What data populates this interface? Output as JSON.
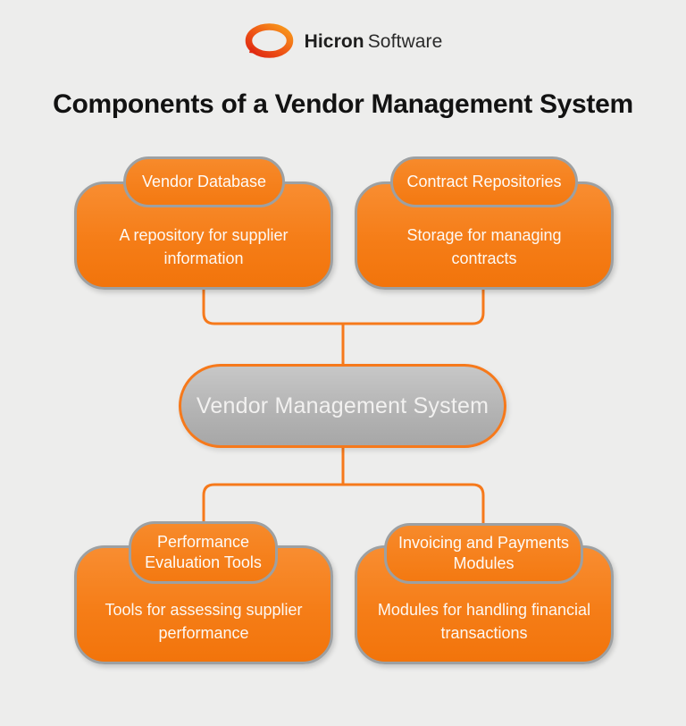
{
  "logo": {
    "brand_bold": "Hicron",
    "brand_light": "Software"
  },
  "title": "Components of a Vendor Management System",
  "center_node": {
    "label": "Vendor Management System"
  },
  "nodes": [
    {
      "id": "vendor-database",
      "header": "Vendor Database",
      "body": "A repository for supplier information"
    },
    {
      "id": "contract-repositories",
      "header": "Contract Repositories",
      "body": "Storage for managing contracts"
    },
    {
      "id": "performance-evaluation-tools",
      "header": "Performance Evaluation Tools",
      "body": "Tools for assessing supplier performance"
    },
    {
      "id": "invoicing-payments-modules",
      "header": "Invoicing and Payments Modules",
      "body": "Modules for handling financial transactions"
    }
  ],
  "colors": {
    "background": "#EDEDEC",
    "accent_orange": "#F6791B",
    "box_orange_top": "#F88D31",
    "box_orange_bottom": "#F2740B",
    "box_border_gray": "#9DA0A2",
    "center_pill_gray": "#B4B4B4",
    "title_text": "#121212",
    "box_text": "#FDF8F3"
  }
}
